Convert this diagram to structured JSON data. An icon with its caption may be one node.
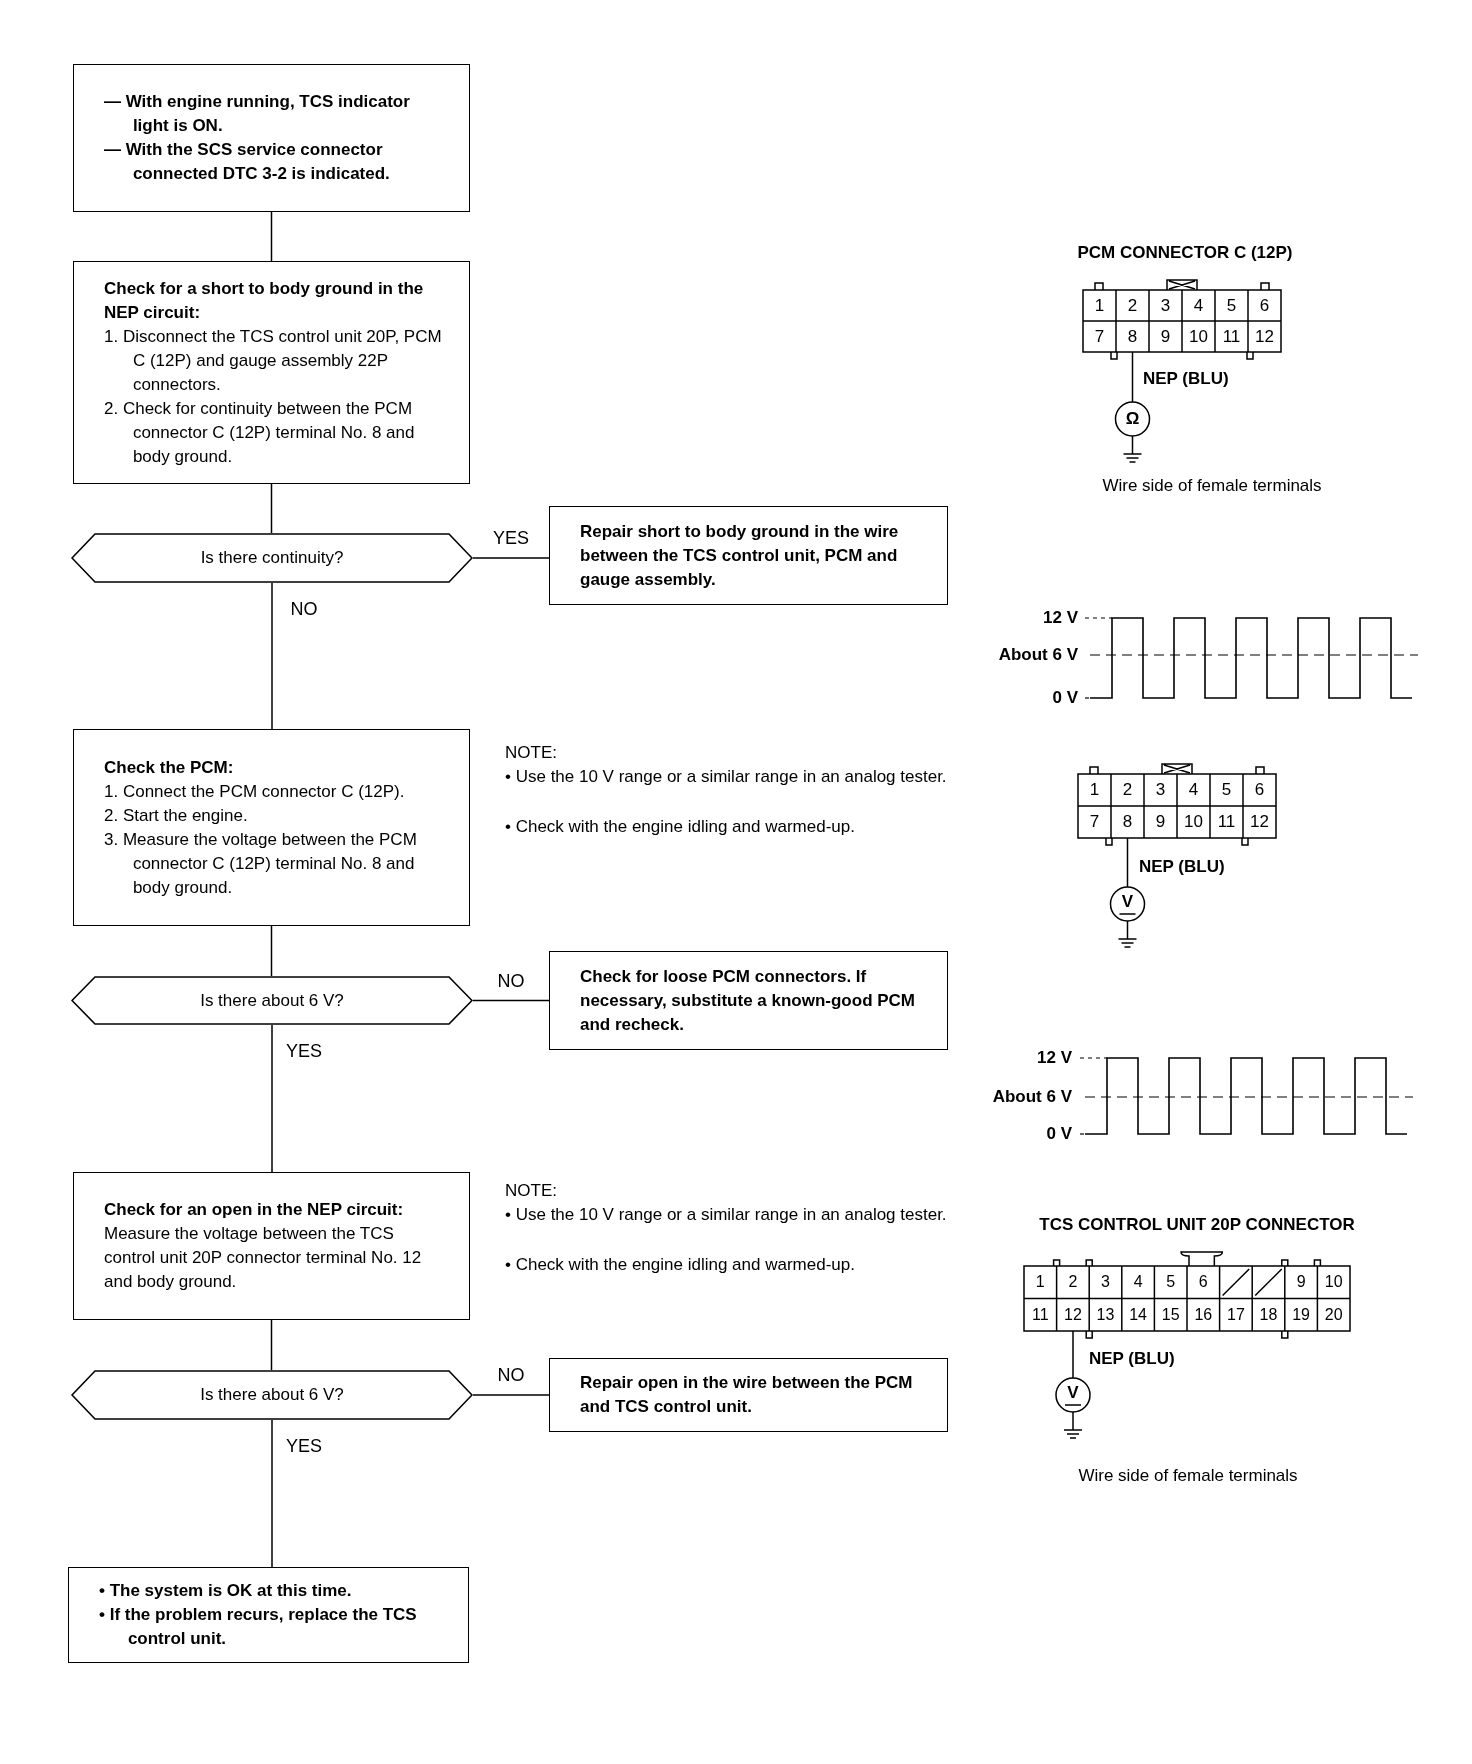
{
  "diagram": {
    "nodes": [
      {
        "text": [
          "— With engine running, TCS indicator light is ON.",
          "— With the SCS service connector connected DTC 3-2 is indicated."
        ]
      },
      {
        "text": [
          "Check for a short to body ground in the NEP circuit:",
          "1. Disconnect the TCS control unit 20P, PCM C (12P) and gauge assembly 22P connectors.",
          "2. Check for continuity between the PCM connector C (12P) terminal No. 8 and body ground."
        ]
      },
      {
        "text": [
          "Is there continuity?"
        ]
      },
      {
        "text": [
          "Repair short to body ground in the wire between the TCS control unit, PCM and gauge assembly."
        ]
      },
      {
        "text": [
          "Check the PCM:",
          "1. Connect the PCM connector C (12P).",
          "2. Start the engine.",
          "3. Measure the voltage between the PCM connector C (12P) terminal No. 8 and body ground."
        ]
      },
      {
        "text": [
          "Is there about 6 V?"
        ]
      },
      {
        "text": [
          "Check for loose PCM connectors. If necessary, substitute a known-good PCM and recheck."
        ]
      },
      {
        "text": [
          "Check for an open in the NEP circuit:",
          "Measure the voltage between the TCS control unit 20P connector terminal No. 12 and body ground."
        ]
      },
      {
        "text": [
          "Is there about 6 V?"
        ]
      },
      {
        "text": [
          "Repair open in the wire between the PCM and TCS control unit."
        ]
      },
      {
        "text": [
          "• The system is OK at this time.",
          "• If the problem recurs, replace the TCS control unit."
        ]
      }
    ],
    "edges": [
      {
        "from": 0,
        "to": 1,
        "arrow": "none"
      },
      {
        "from": 1,
        "to": 2,
        "arrow": "none"
      },
      {
        "from": 2,
        "to": 3,
        "arrow": "none",
        "label": "YES"
      },
      {
        "from": 2,
        "to": 4,
        "arrow": "none",
        "label": "NO"
      },
      {
        "from": 4,
        "to": 5,
        "arrow": "none"
      },
      {
        "from": 5,
        "to": 6,
        "arrow": "none",
        "label": "NO"
      },
      {
        "from": 5,
        "to": 7,
        "arrow": "none",
        "label": "YES"
      },
      {
        "from": 7,
        "to": 8,
        "arrow": "none"
      },
      {
        "from": 8,
        "to": 9,
        "arrow": "none",
        "label": "NO"
      },
      {
        "from": 8,
        "to": 10,
        "arrow": "none",
        "label": "YES"
      }
    ],
    "labels": [
      "PCM CONNECTOR C (12P)",
      "1",
      "2",
      "3",
      "4",
      "5",
      "6",
      "7",
      "8",
      "9",
      "10",
      "11",
      "12",
      "NEP (BLU)",
      "Ω",
      "Wire side of female terminals",
      "12 V",
      "About 6 V",
      "0 V",
      "NOTE:",
      "• Use the 10 V range or a similar range in an analog tester.",
      "• Check with the engine idling and warmed-up.",
      "1",
      "2",
      "3",
      "4",
      "5",
      "6",
      "7",
      "8",
      "9",
      "10",
      "11",
      "12",
      "NEP (BLU)",
      "V",
      "12 V",
      "About 6 V",
      "0 V",
      "NOTE:",
      "• Use the 10 V range or a similar range in an analog tester.",
      "• Check with the engine idling and warmed-up.",
      "TCS CONTROL UNIT 20P CONNECTOR",
      "1",
      "2",
      "3",
      "4",
      "5",
      "6",
      "9",
      "10",
      "11",
      "12",
      "13",
      "14",
      "15",
      "16",
      "17",
      "18",
      "19",
      "20",
      "NEP (BLU)",
      "V",
      "Wire side of female terminals"
    ]
  }
}
